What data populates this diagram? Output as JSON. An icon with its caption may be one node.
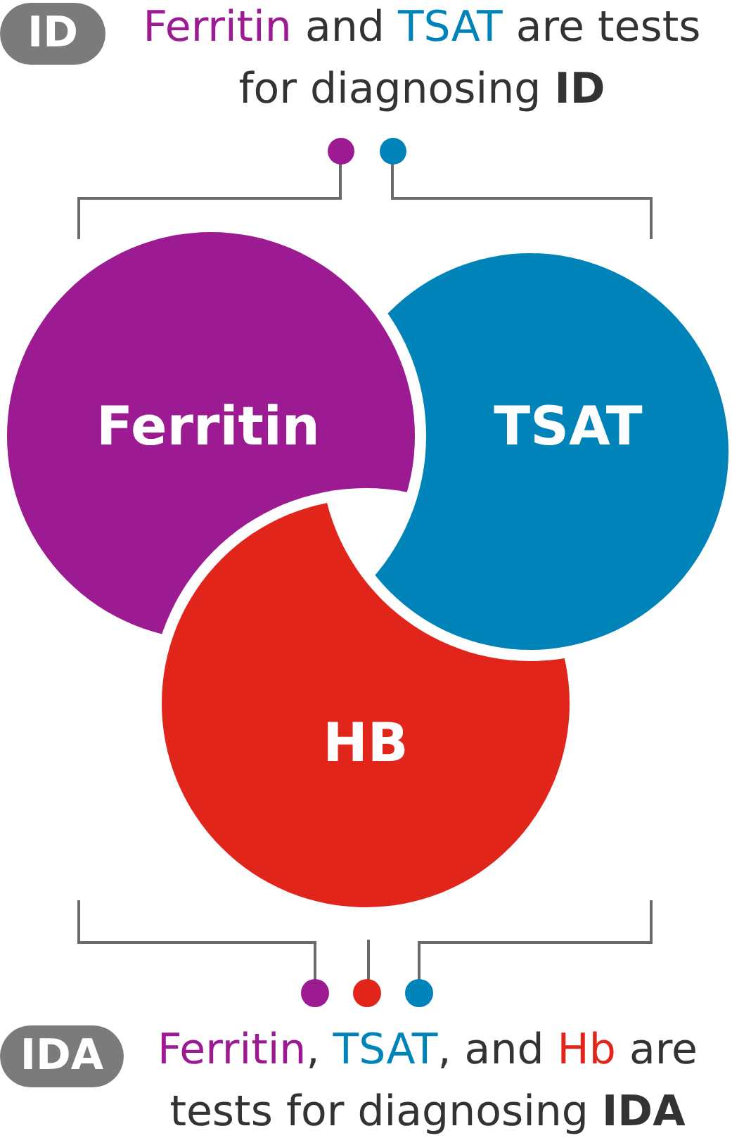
{
  "diagram": {
    "nodes": [
      {
        "text": [
          "ID"
        ]
      },
      {
        "text": [
          "Ferritin"
        ]
      },
      {
        "text": [
          "TSAT"
        ]
      },
      {
        "text": [
          "HB"
        ]
      },
      {
        "text": [
          "IDA"
        ]
      }
    ],
    "labels": [
      "Ferritin and TSAT are tests for diagnosing **ID**",
      "Ferritin, TSAT, and Hb are tests for diagnosing **IDA**"
    ]
  }
}
